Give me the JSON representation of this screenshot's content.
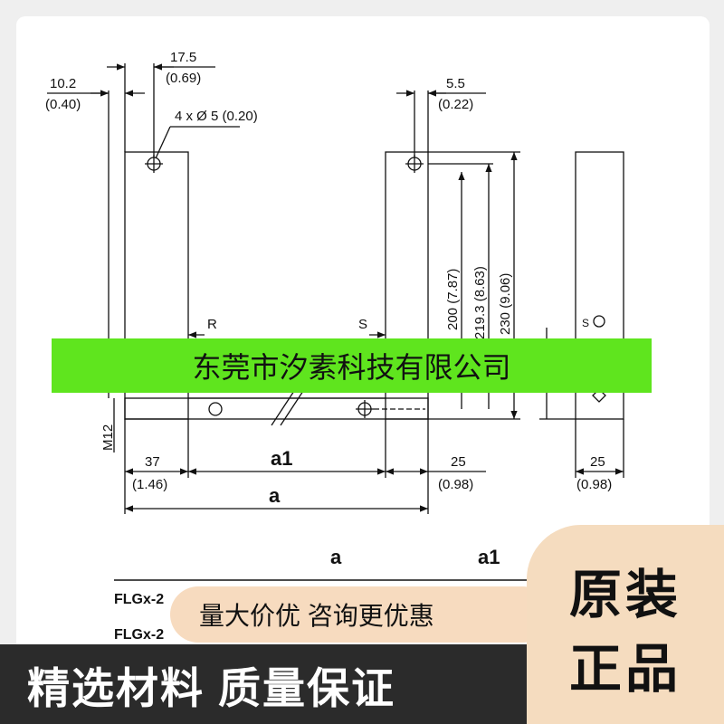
{
  "drawing": {
    "dim_top_left_17_5": "17.5",
    "dim_top_left_17_5_in": "(0.69)",
    "dim_top_left_10_2": "10.2",
    "dim_top_left_10_2_in": "(0.40)",
    "hole_note": "4 x Ø 5 (0.20)",
    "dim_top_right_5_5": "5.5",
    "dim_top_right_5_5_in": "(0.22)",
    "dim_h_200": "200 (7.87)",
    "dim_h_219": "219.3 (8.63)",
    "dim_h_230": "230 (9.06)",
    "label_r": "R",
    "label_s": "S",
    "label_s_side": "S",
    "label_m12": "M12",
    "dim_37": "37",
    "dim_37_in": "(1.46)",
    "dim_a1": "a1",
    "dim_a": "a",
    "dim_25_front": "25",
    "dim_25_front_in": "(0.98)",
    "dim_25_side": "25",
    "dim_25_side_in": "(0.98)"
  },
  "table": {
    "header_a": "a",
    "header_a1": "a1",
    "row1_model": "FLGx-2",
    "row2_model": "FLGx-2"
  },
  "overlays": {
    "company_name": "东莞市汐素科技有限公司",
    "promo_text": "量大价优 咨询更优惠",
    "bottom_slogan": "精选材料 质量保证",
    "badge_line1": "原装",
    "badge_line2": "正品"
  }
}
